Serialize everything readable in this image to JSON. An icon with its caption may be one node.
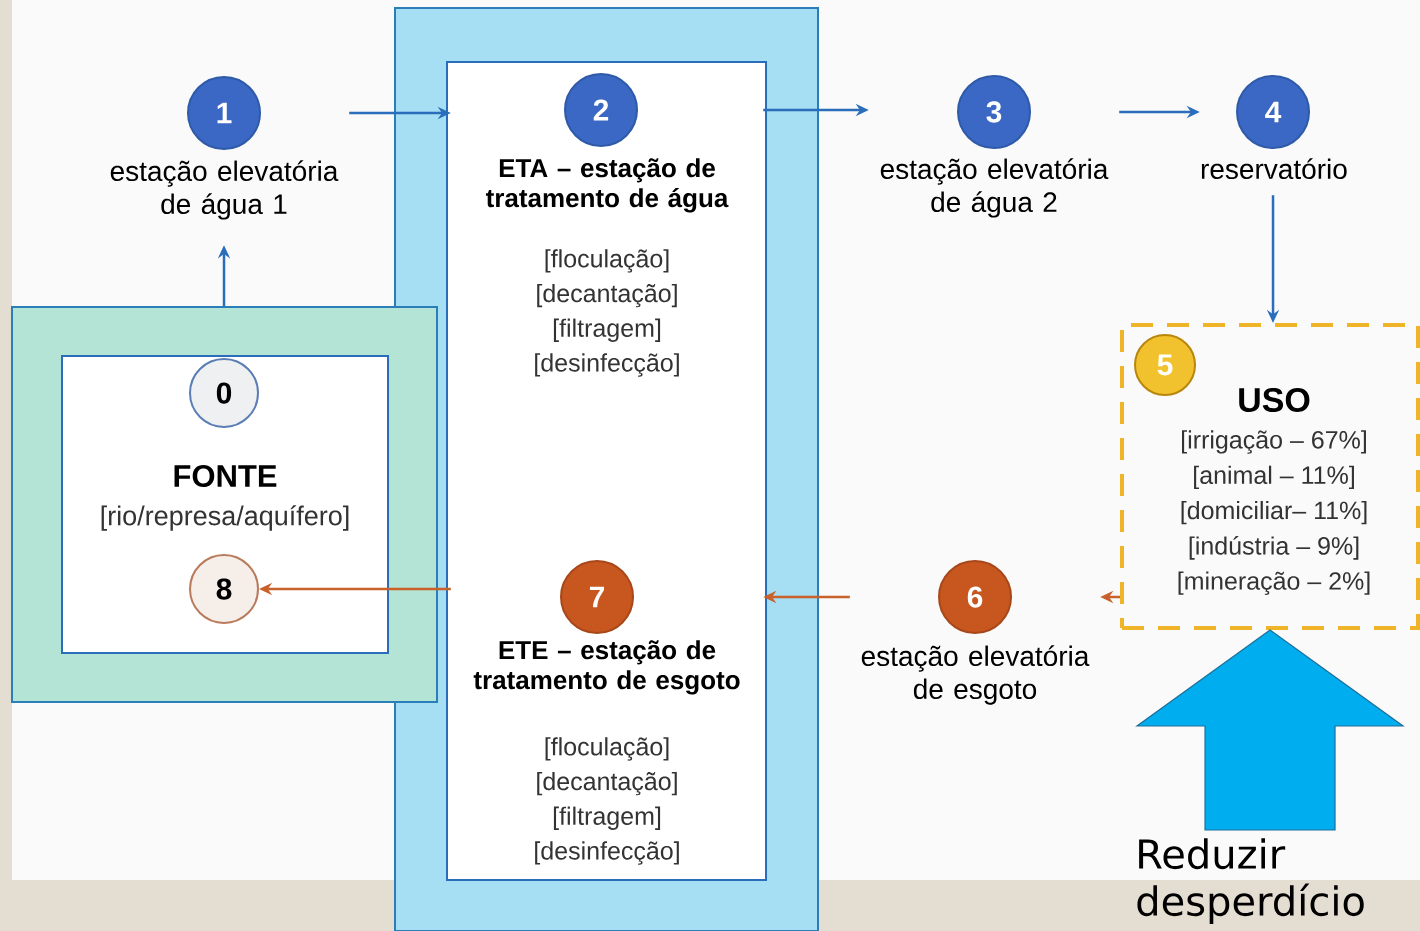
{
  "diagram": {
    "nodes": [
      {
        "text": [],
        "shape": "box"
      },
      {
        "text": [],
        "shape": "box",
        "in": 0
      },
      {
        "text": [
          "1",
          "estação elevatória de água 1"
        ]
      },
      {
        "text": [
          "2",
          "ETA – estação de tratamento de água",
          "[floculação] [decantação] [filtragem] [desinfecção]"
        ],
        "in": 1
      },
      {
        "text": [
          "3",
          "estação elevatória de água 2"
        ]
      },
      {
        "text": [
          "4",
          "reservatório"
        ]
      },
      {
        "text": [
          "USO",
          "[irrigação – 67%]",
          "[animal – 11%]",
          "[domiciliar– 11%]",
          "[indústria – 9%]",
          "[mineração – 2%]"
        ]
      },
      {
        "text": [
          "5"
        ],
        "in": 6
      },
      {
        "text": [],
        "shape": "box"
      },
      {
        "text": [
          "FONTE",
          "[rio/represa/aquífero]"
        ],
        "in": 8
      },
      {
        "text": [
          "0"
        ],
        "in": 9
      },
      {
        "text": [
          "8"
        ],
        "in": 9
      },
      {
        "text": [
          "6",
          "estação elevatória de esgoto"
        ]
      },
      {
        "text": [
          "7",
          "ETE – estação de tratamento de esgoto",
          "[floculação] [decantação] [filtragem] [desinfecção]"
        ],
        "in": 1
      },
      {
        "text": [
          "Reduzir desperdício"
        ]
      }
    ],
    "edges": [
      {
        "from": 8,
        "to": 2,
        "arrow": "to"
      },
      {
        "from": 2,
        "to": 3,
        "arrow": "to"
      },
      {
        "from": 3,
        "to": 4,
        "arrow": "to"
      },
      {
        "from": 4,
        "to": 5,
        "arrow": "to"
      },
      {
        "from": 5,
        "to": 6,
        "arrow": "to"
      },
      {
        "from": 6,
        "to": 12,
        "arrow": "to",
        "color": "#c8622a"
      },
      {
        "from": 12,
        "to": 13,
        "arrow": "to",
        "color": "#c8622a"
      },
      {
        "from": 13,
        "to": 11,
        "arrow": "to",
        "color": "#c8622a"
      },
      {
        "from": 14,
        "to": 6,
        "arrow": "to",
        "style": "thick",
        "color": "#00aeef"
      }
    ]
  }
}
